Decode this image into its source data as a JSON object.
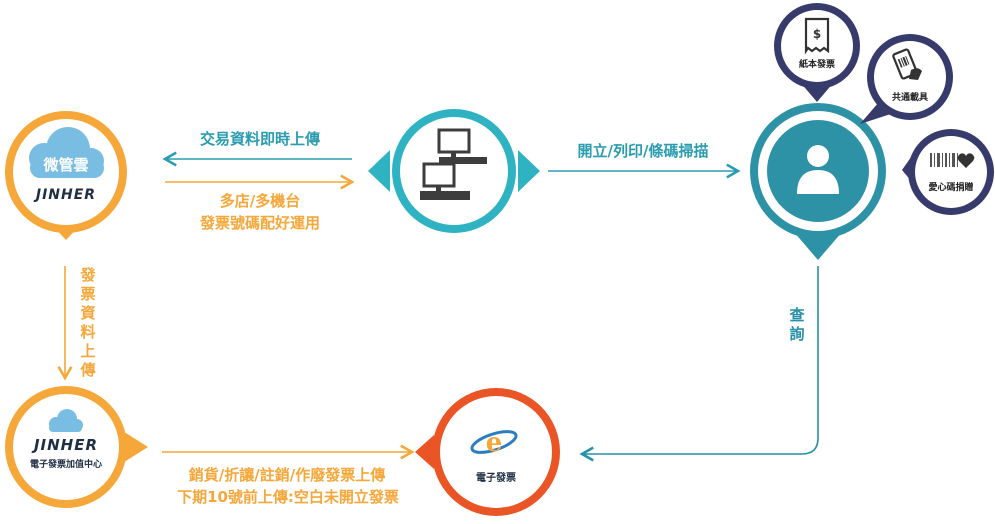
{
  "nodes": {
    "cloud_top": {
      "cloud_text": "微管雲",
      "brand": "JINHER"
    },
    "cloud_bottom": {
      "brand": "JINHER",
      "caption": "電子發票加值中心"
    },
    "pos": {
      "icon": "pos-terminal-icon"
    },
    "customer": {
      "icon": "user-icon"
    },
    "einvoice": {
      "label": "電子發票"
    }
  },
  "bubbles": {
    "paper": "紙本發票",
    "carrier": "共通載具",
    "donate": "愛心碼捐贈"
  },
  "arrows": {
    "upload_realtime": "交易資料即時上傳",
    "multi_store": [
      "多店/多機台",
      "發票號碼配好運用"
    ],
    "issue_print_scan": "開立/列印/條碼掃描",
    "invoice_upload": "發票資料上傳",
    "query": "查詢",
    "sales_ops": [
      "銷貨/折讓/註銷/作廢發票上傳",
      "下期10號前上傳:空白未開立發票"
    ]
  },
  "colors": {
    "orange": "#f5a73a",
    "teal": "#2b9cb0",
    "navy": "#373b6b",
    "red": "#ea5525",
    "cloud_blue": "#79bde2",
    "brand_dark": "#1f2f44"
  }
}
